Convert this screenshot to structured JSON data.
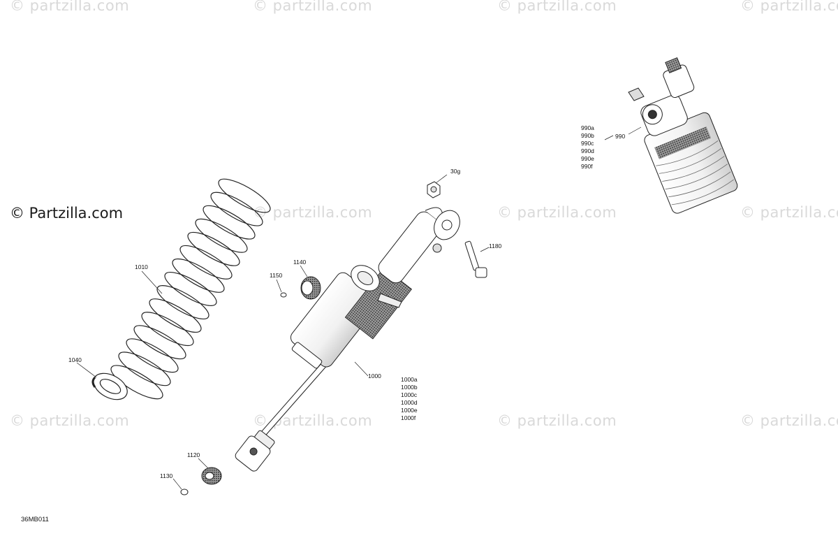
{
  "watermark": "© partzilla.com",
  "brand": "© Partzilla.com",
  "diagram_code": "36MB011",
  "callouts": {
    "c990": "990",
    "c990_list": [
      "990a",
      "990b",
      "990c",
      "990d",
      "990e",
      "990f"
    ],
    "c30g": "30g",
    "c1180": "1180",
    "c1140": "1140",
    "c1150": "1150",
    "c1010": "1010",
    "c1040": "1040",
    "c1000": "1000",
    "c1000_list": [
      "1000a",
      "1000b",
      "1000c",
      "1000d",
      "1000e",
      "1000f"
    ],
    "c1120": "1120",
    "c1130": "1130"
  }
}
